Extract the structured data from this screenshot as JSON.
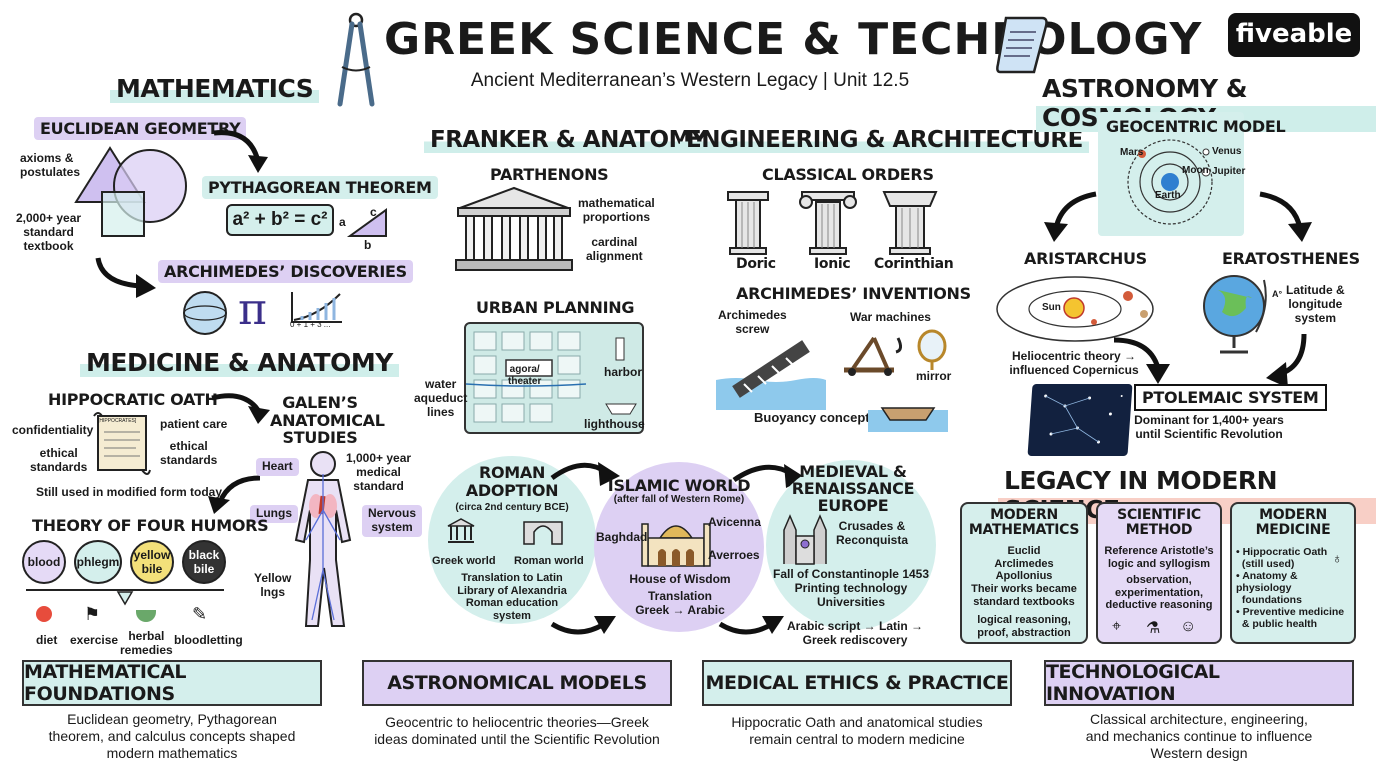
{
  "header": {
    "title": "GREEK SCIENCE & TECHNOLOGY",
    "subtitle": "Ancient Mediterranean’s Western Legacy | Unit 12.5",
    "brand": "fiveable",
    "icons": [
      "compass-icon",
      "scroll-icon"
    ]
  },
  "math": {
    "title": "MATHEMATICS",
    "euclid": "EUCLIDEAN GEOMETRY",
    "axioms": "axioms &\npostulates",
    "textbook": "2,000+ year\nstandard\ntextbook",
    "pythag": "PYTHAGOREAN THEOREM",
    "formula": "a² + b² = c²",
    "tri_a": "a",
    "tri_b": "b",
    "tri_c": "c",
    "archimedes": "ARCHIMEDES’ DISCOVERIES",
    "pi": "π",
    "series": "0 + 1 + 3 ..."
  },
  "medicine": {
    "title": "MEDICINE & ANATOMY",
    "oath": "HIPPOCRATIC OATH",
    "confidentiality": "confidentiality",
    "patient": "patient care",
    "ethical1": "ethical\nstandards",
    "ethical2": "ethical\nstandards",
    "modified": "Still used in modified form today",
    "scroll_text": "[HIPPOCRATES]",
    "galen": "GALEN’S\nANATOMICAL\nSTUDIES",
    "heart": "Heart",
    "lungs": "Lungs",
    "nervous": "Nervous\nsystem",
    "yellow": "Yellow\nlngs",
    "medical_std": "1,000+ year\nmedical\nstandard",
    "humors_title": "THEORY OF FOUR HUMORS",
    "humors": [
      "blood",
      "phlegm",
      "yellow\nbile",
      "black\nbile"
    ],
    "treatments": [
      "diet",
      "exercise",
      "herbal\nremedies",
      "bloodletting"
    ]
  },
  "anatomy_arch": {
    "title": "FRANKER & ANATOMY",
    "parthenons": "PARTHENONS",
    "math_prop": "mathematical\nproportions",
    "cardinal": "cardinal\nalignment",
    "urban": "URBAN PLANNING",
    "agora": "agora/\ntheater",
    "harbor": "harbor",
    "water": "water\naqueduct\nlines",
    "lighthouse": "lighthouse"
  },
  "engineering": {
    "title": "ENGINEERING & ARCHITECTURE",
    "orders": "CLASSICAL ORDERS",
    "doric": "Doric",
    "ionic": "Ionic",
    "corinthian": "Corinthian",
    "inventions": "ARCHIMEDES’ INVENTIONS",
    "screw": "Archimedes\nscrew",
    "war": "War machines",
    "mirror": "mirror",
    "buoyancy": "Buoyancy concept"
  },
  "flow": {
    "roman_title": "ROMAN\nADOPTION",
    "roman_date": "(circa 2nd century BCE)",
    "greek_world": "Greek world",
    "roman_world": "Roman world",
    "roman_text": "Translation to Latin\nLibrary of Alexandria\nRoman education\nsystem",
    "islamic_title": "ISLAMIC WORLD",
    "islamic_sub": "(after fall of Western Rome)",
    "baghdad": "Baghdad",
    "avicenna": "Avicenna",
    "averroes": "Averroes",
    "house": "House of Wisdom",
    "translation": "Translation\nGreek → Arabic",
    "medieval_title": "MEDIEVAL &\nRENAISSANCE\nEUROPE",
    "crusades": "Crusades &\nReconquista",
    "fall": "Fall of Constantinople 1453\nPrinting technology\nUniversities",
    "arabic": "Arabic script → Latin →\nGreek rediscovery"
  },
  "astro": {
    "title": "ASTRONOMY & COSMOLOGY",
    "geo": "GEOCENTRIC MODEL",
    "mars": "Mars",
    "venus": "Venus",
    "moon": "Moon",
    "jupiter": "Jupiter",
    "earth": "Earth",
    "aristarchus": "ARISTARCHUS",
    "sun": "Sun",
    "helio": "Heliocentric theory →\ninfluenced Copernicus",
    "eratosthenes": "ERATOSTHENES",
    "latlong": "Latitude &\nlongitude\nsystem",
    "angle": "A°",
    "ptolemaic": "PTOLEMAIC SYSTEM",
    "dominant": "Dominant for 1,400+ years\nuntil Scientific Revolution"
  },
  "legacy": {
    "title": "LEGACY IN MODERN SCIENCE",
    "cards": [
      {
        "title": "MODERN\nMATHEMATICS",
        "body": "Euclid\nArclimedes\nApollonius\nTheir works became\nstandard textbooks",
        "foot": "logical reasoning,\nproof, abstraction"
      },
      {
        "title": "SCIENTIFIC\nMETHOD",
        "body": "Reference Aristotle’s\nlogic and syllogism",
        "foot": "observation,\nexperimentation,\ndeductive reasoning"
      },
      {
        "title": "MODERN\nMEDICINE",
        "body": "• Hippocratic Oath\n  (still used)\n• Anatomy & physiology\n  foundations\n• Preventive medicine\n  & public health",
        "foot": ""
      }
    ]
  },
  "banners": [
    {
      "title": "MATHEMATICAL FOUNDATIONS",
      "text": "Euclidean geometry, Pythagorean\ntheorem, and calculus concepts shaped\nmodern mathematics",
      "color": "#d4efec"
    },
    {
      "title": "ASTRONOMICAL MODELS",
      "text": "Geocentric to heliocentric theories—Greek\nideas dominated until the Scientific Revolution",
      "color": "#ddd0f3"
    },
    {
      "title": "MEDICAL ETHICS & PRACTICE",
      "text": "Hippocratic Oath and anatomical studies\nremain central to modern medicine",
      "color": "#d4efec"
    },
    {
      "title": "TECHNOLOGICAL INNOVATION",
      "text": "Classical architecture, engineering,\nand mechanics continue to influence\nWestern design",
      "color": "#ddd0f3"
    }
  ],
  "colors": {
    "teal": "#d4efec",
    "purple": "#ddd0f3",
    "pink": "#f8cfc6",
    "ink": "#1a1a1a"
  }
}
